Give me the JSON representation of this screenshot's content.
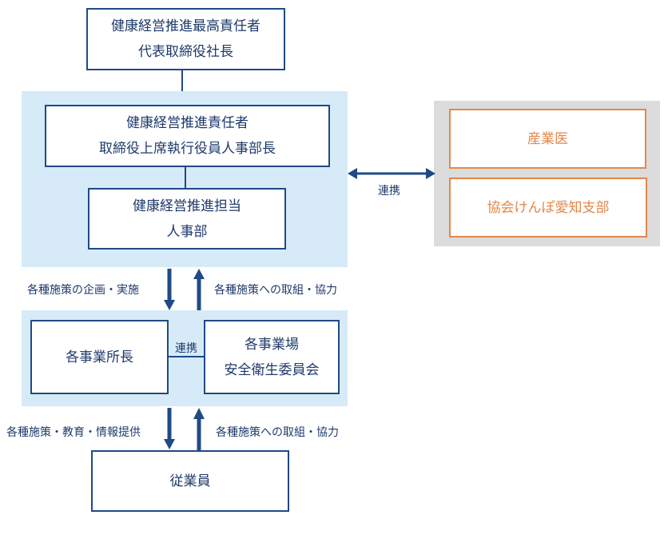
{
  "top": {
    "line1": "健康経営推進最高責任者",
    "line2": "代表取締役社長"
  },
  "responsible": {
    "line1": "健康経営推進責任者",
    "line2": "取締役上席執行役員人事部長"
  },
  "charge": {
    "line1": "健康経営推進担当",
    "line2": "人事部"
  },
  "external": {
    "doctor": "産業医",
    "kenpo": "協会けんぽ愛知支部"
  },
  "link_label_external": "連携",
  "down1_label": "各種施策の企画・実施",
  "up1_label": "各種施策への取組・協力",
  "managers": "各事業所長",
  "link_label_mid": "連携",
  "committee": {
    "line1": "各事業場",
    "line2": "安全衛生委員会"
  },
  "down2_label": "各種施策・教育・情報提供",
  "up2_label": "各種施策への取組・協力",
  "employees": "従業員",
  "colors": {
    "navy": "#1f4a86",
    "orange": "#e3874a",
    "light_blue_panel": "#d6ebf7",
    "gray_panel": "#dcdcdc"
  }
}
